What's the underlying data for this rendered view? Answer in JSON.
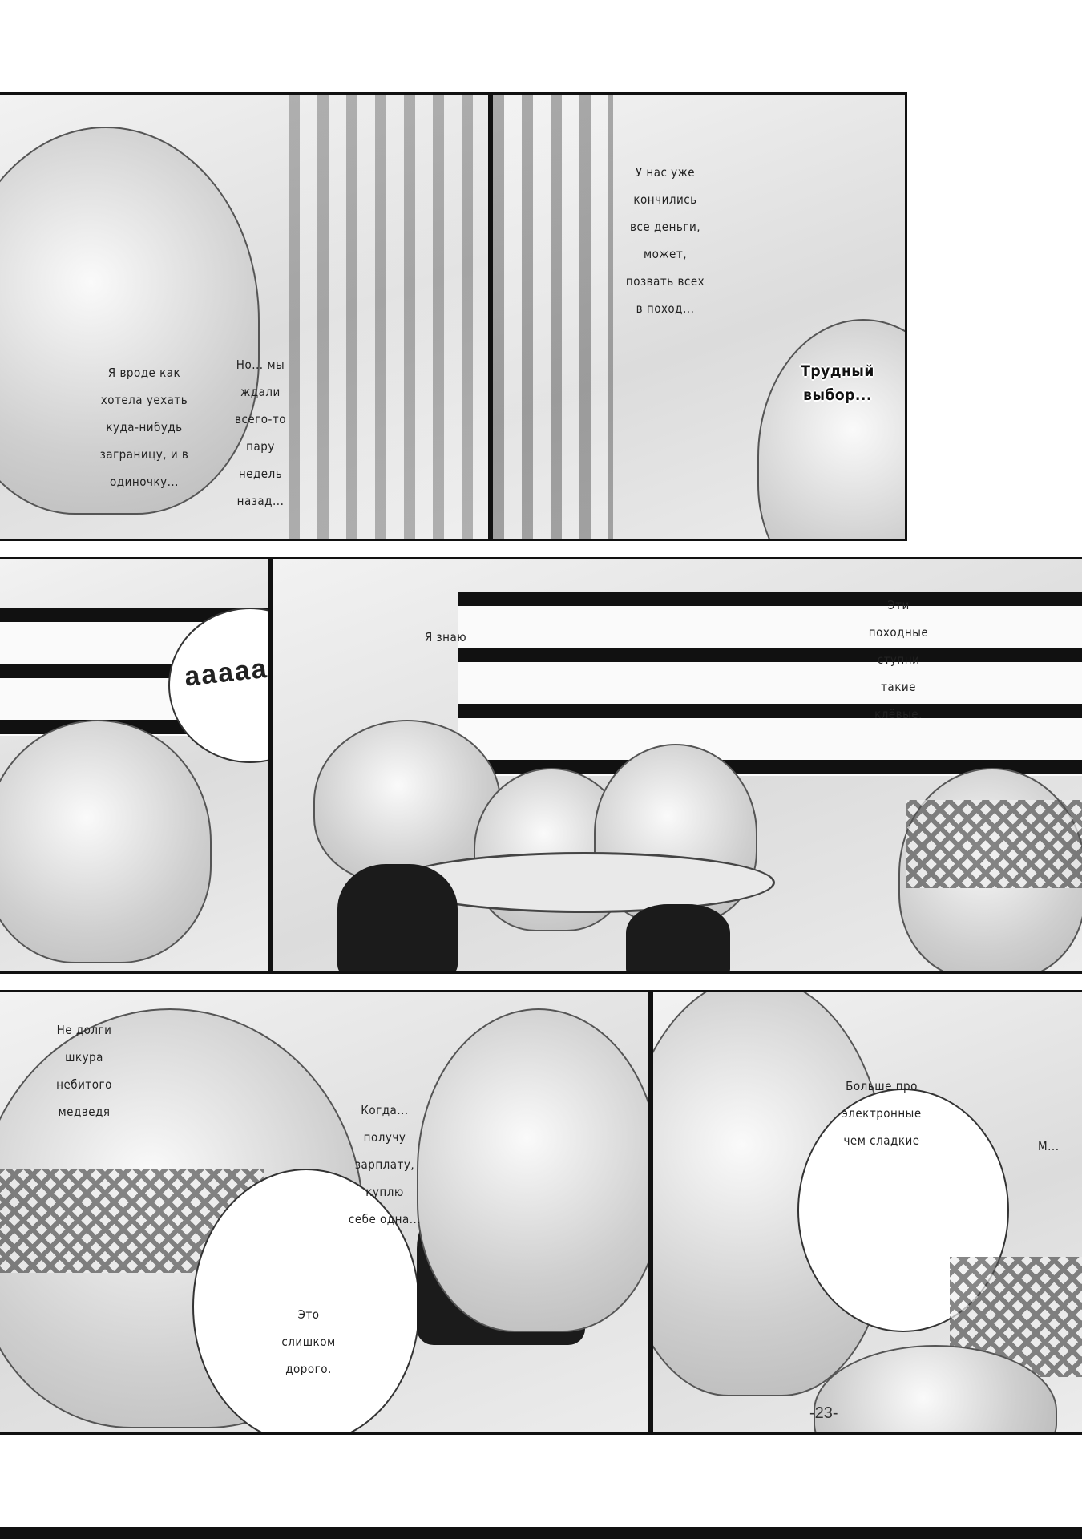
{
  "page": {
    "page_number": "-23-"
  },
  "panel1": {
    "text_left": "Я вроде как\nхотела уехать\nкуда-нибудь\nзаграницу, и в\nодиночку...",
    "text_right": "Но... мы\nждали\nвсего-то\nпару\nнедель\nназад..."
  },
  "panel2": {
    "text_top": "У нас уже\nкончились\nвсе деньги,\nможет,\nпозвать всех\nв поход...",
    "text_bottom": "Трудный\nвыбор..."
  },
  "panel3": {
    "sfx": "ааааааа"
  },
  "panel4": {
    "text_center": "Я знаю",
    "text_right": "Эти\nпоходные\nступни\nтакие\nклёвые."
  },
  "panel5": {
    "text_left": "Не долги\nшкура\nнебитого\nмедведя",
    "text_center": "Когда...\nполучу\nзарплату,\nкуплю\nсебе одна...",
    "text_bottom": "Это\nслишком\nдорого."
  },
  "panel6": {
    "text_top": "Больше про\nэлектронные\nчем сладкие",
    "text_right_partial": "М..."
  }
}
